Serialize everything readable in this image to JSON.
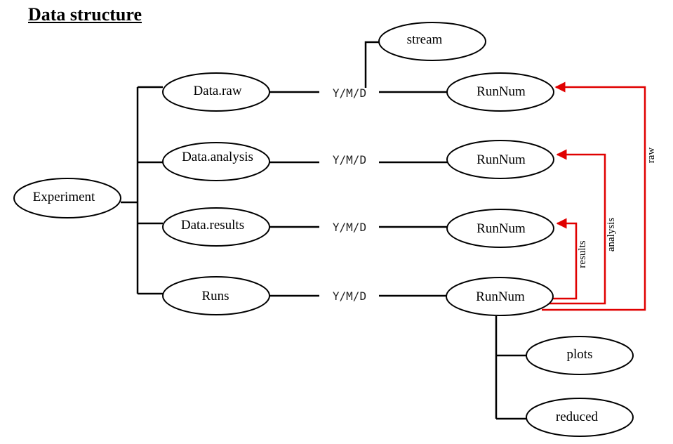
{
  "title": "Data structure",
  "nodes": {
    "experiment": "Experiment",
    "data_raw": "Data.raw",
    "data_analysis": "Data.analysis",
    "data_results": "Data.results",
    "runs": "Runs",
    "stream": "stream",
    "runnum_raw": "RunNum",
    "runnum_analysis": "RunNum",
    "runnum_results": "RunNum",
    "runnum_runs": "RunNum",
    "plots": "plots",
    "reduced": "reduced"
  },
  "ymd": [
    "Y/M/D",
    "Y/M/D",
    "Y/M/D",
    "Y/M/D"
  ],
  "links": {
    "raw": "raw",
    "analysis": "analysis",
    "results": "results"
  },
  "colors": {
    "link": "#e00000",
    "line": "#000000"
  }
}
